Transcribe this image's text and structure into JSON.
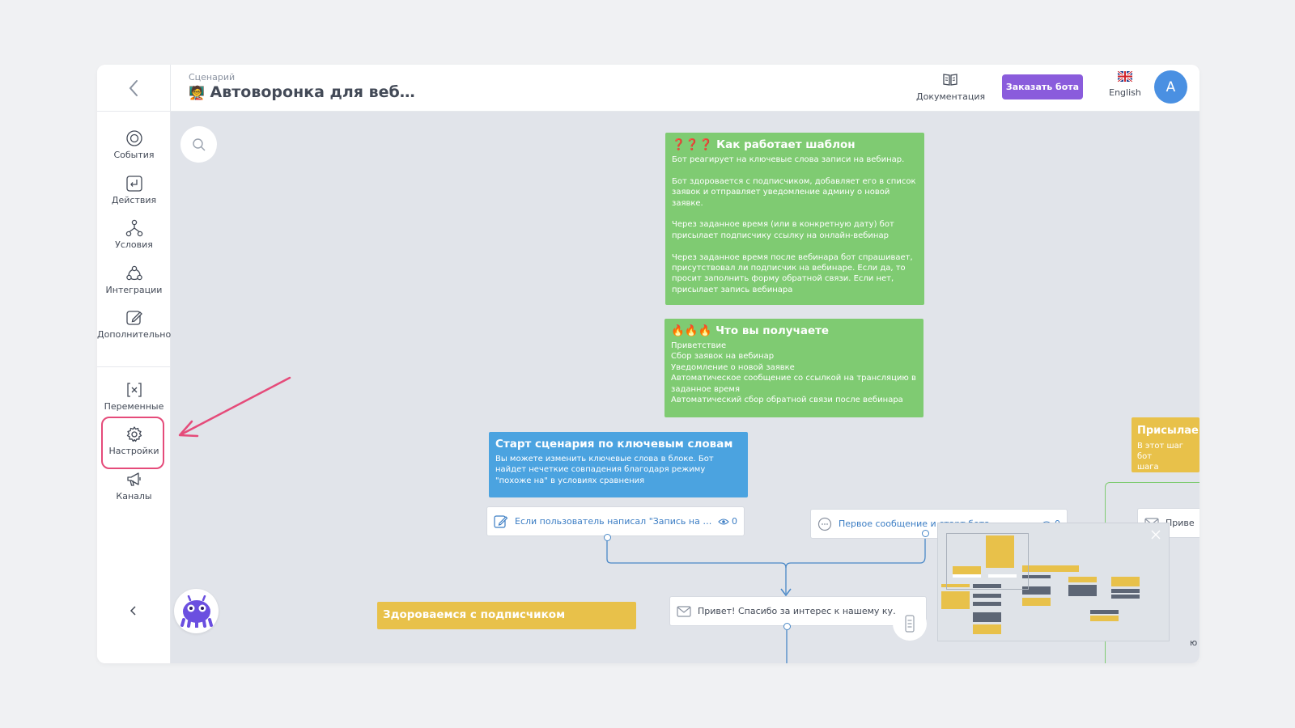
{
  "header": {
    "breadcrumb": "Сценарий",
    "title_emoji": "🧑‍🏫",
    "title": "Автоворонка для веб…",
    "docs_label": "Документация",
    "order_button": "Заказать бота",
    "language_label": "English",
    "avatar_letter": "A",
    "accent_color": "#8a5cdc"
  },
  "sidebar": {
    "items": [
      {
        "label": "События",
        "icon": "target-icon"
      },
      {
        "label": "Действия",
        "icon": "action-icon"
      },
      {
        "label": "Условия",
        "icon": "branch-icon"
      },
      {
        "label": "Интеграции",
        "icon": "integrations-icon"
      },
      {
        "label": "Дополнительно",
        "icon": "edit-icon"
      },
      {
        "label": "Переменные",
        "icon": "variable-icon"
      },
      {
        "label": "Настройки",
        "icon": "gear-icon"
      },
      {
        "label": "Каналы",
        "icon": "megaphone-icon"
      }
    ],
    "highlighted_item": "Настройки",
    "highlight_color": "#e54b7a"
  },
  "canvas": {
    "note_how": {
      "title": "❓❓❓ Как работает шаблон",
      "body": "Бот реагирует на ключевые слова записи на вебинар.\n\nБот здоровается с подписчиком, добавляет его в список заявок и отправляет уведомление админу о новой заявке.\n\nЧерез заданное время (или в конкретную дату) бот присылает подписчику ссылку на онлайн-вебинар\n\nЧерез заданное время после вебинара бот спрашивает, присутствовал ли подписчик на вебинаре. Если да, то просит заполнить форму обратной связи. Если нет, присылает запись вебинара"
    },
    "note_get": {
      "title": "🔥🔥🔥 Что вы получаете",
      "body": "Приветствие\nСбор заявок на вебинар\nУведомление о новой заявке\nАвтоматическое сообщение со ссылкой на трансляцию в заданное время\nАвтоматический сбор обратной связи после вебинара"
    },
    "note_start": {
      "title": "Старт сценария по ключевым словам",
      "body": "Вы можете изменить ключевые слова в блоке. Бот найдет нечеткие совпадения благодаря режиму \"похоже на\" в условиях сравнения"
    },
    "note_greet": {
      "title": "Здороваемся с подписчиком"
    },
    "note_right": {
      "title": "Присылае",
      "line1": "В этот шаг бот",
      "line2": "шага \"заплани"
    },
    "node_condition": {
      "label": "Если пользователь написал \"Запись на веб…",
      "count": "0"
    },
    "node_first": {
      "label": "Первое сообщение и старт бота",
      "count": "0"
    },
    "node_msg": {
      "label": "Привет! Спасибо за интерес к нашему курс…"
    },
    "node_right": {
      "label": "Приве"
    },
    "edge_text": "ю"
  }
}
